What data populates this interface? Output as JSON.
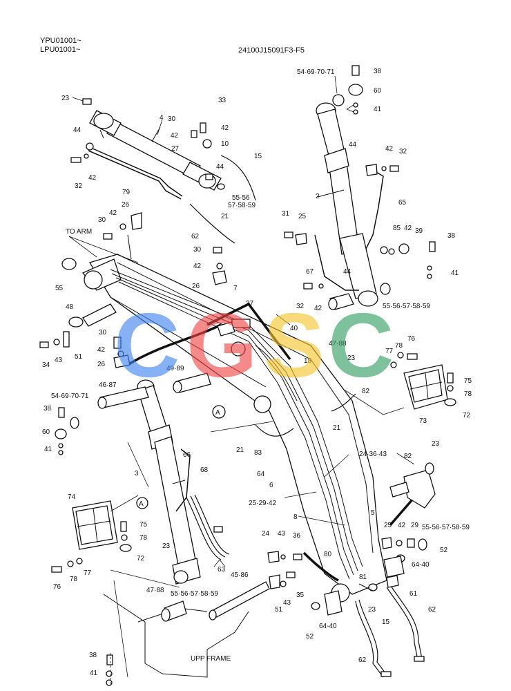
{
  "header": {
    "serial_1": "YPU01001~",
    "serial_2": "LPU01001~",
    "drawing_no": "24100J15091F3-F5"
  },
  "watermark": {
    "letters": [
      "C",
      "G",
      "S",
      "C"
    ],
    "colors": [
      "#3d82f0",
      "#ee4444",
      "#f5c52a",
      "#2e9e60"
    ]
  },
  "annotations": {
    "to_arm": "TO ARM",
    "upp_frame": "UPP FRAME",
    "ref_a": "A"
  },
  "callouts": [
    "23",
    "4",
    "33",
    "30",
    "42",
    "44",
    "42",
    "10",
    "27",
    "44",
    "32",
    "42",
    "79",
    "55·56",
    "57·58·59",
    "21",
    "15",
    "62",
    "26",
    "42",
    "30",
    "TO ARM",
    "30",
    "42",
    "26",
    "55",
    "7",
    "37",
    "48",
    "30",
    "42",
    "34",
    "43",
    "51",
    "26",
    "49·89",
    "40",
    "47·88",
    "18",
    "23",
    "54·69·70·71",
    "46·87",
    "38",
    "60",
    "41",
    "21",
    "83",
    "82",
    "21",
    "64",
    "6",
    "24·36·43",
    "25·29·42",
    "8",
    "5",
    "3",
    "66",
    "68",
    "74",
    "75",
    "78",
    "72",
    "77",
    "76",
    "78",
    "63",
    "23",
    "47·88",
    "55·56·57·58·59",
    "45·86",
    "24",
    "43",
    "36",
    "80",
    "81",
    "51",
    "43",
    "35",
    "52",
    "64-40",
    "23",
    "15",
    "62",
    "62",
    "61",
    "25",
    "42",
    "29",
    "55·56·57·58·59",
    "52",
    "64-40",
    "82",
    "23",
    "54·69·70·71",
    "38",
    "60",
    "41",
    "2",
    "44",
    "42",
    "32",
    "65",
    "31",
    "25",
    "85",
    "42",
    "39",
    "38",
    "41",
    "67",
    "44",
    "32",
    "42",
    "55·56·57·58·59",
    "78",
    "76",
    "77",
    "75",
    "78",
    "72",
    "73",
    "38",
    "41",
    "UPP FRAME"
  ]
}
